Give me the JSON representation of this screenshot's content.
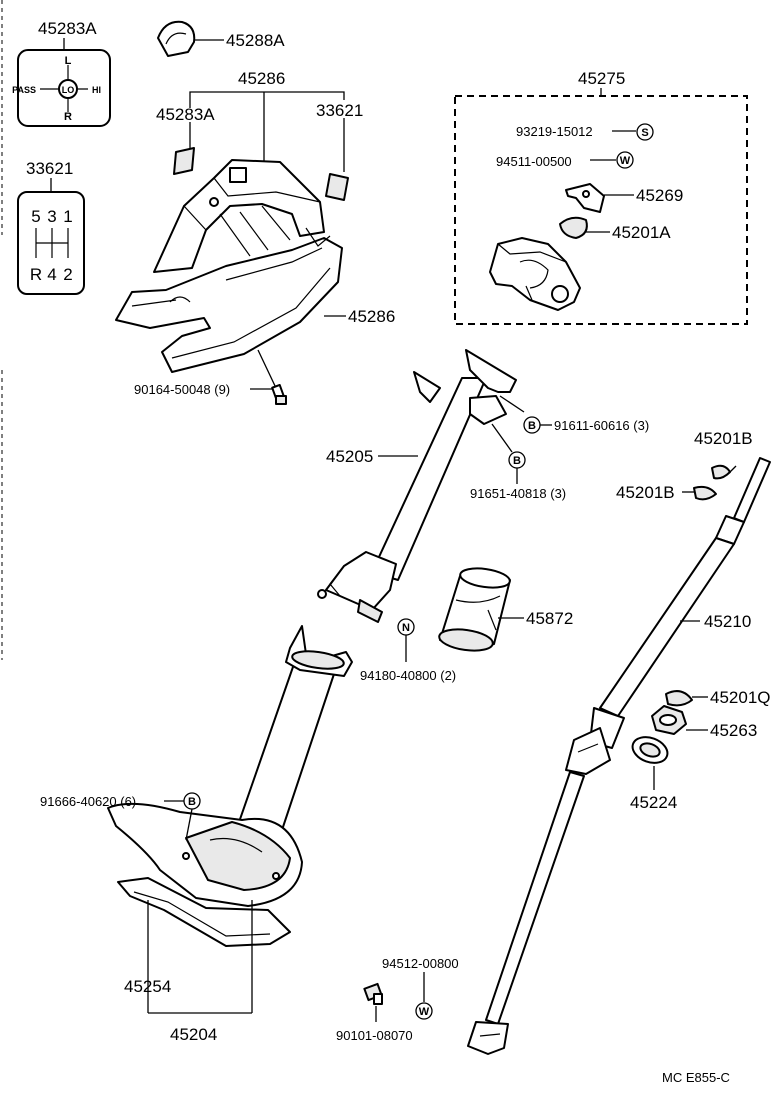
{
  "labels": {
    "p45283A_top": "45283A",
    "p45288A": "45288A",
    "p45286_top": "45286",
    "p45283A_mid": "45283A",
    "p33621_right": "33621",
    "p33621_left": "33621",
    "p45275": "45275",
    "p93219": "93219-15012",
    "p94511": "94511-00500",
    "p45269": "45269",
    "p45201A": "45201A",
    "p45286_low": "45286",
    "p90164": "90164-50048 (9)",
    "p91611": "91611-60616 (3)",
    "p45205": "45205",
    "p91651": "91651-40818 (3)",
    "p45201B_a": "45201B",
    "p45201B_b": "45201B",
    "p45872": "45872",
    "p94180": "94180-40800 (2)",
    "p45210": "45210",
    "p45201Q": "45201Q",
    "p45263": "45263",
    "p91666": "91666-40620 (6)",
    "p45224": "45224",
    "p94512": "94512-00800",
    "p45254": "45254",
    "p45204": "45204",
    "p90101": "90101-08070",
    "footer": "MC  E855-C"
  },
  "symbols": {
    "S": "S",
    "W": "W",
    "B": "B",
    "N": "N"
  },
  "badge_switch": {
    "top": "L",
    "left": "PASS",
    "center": "LO",
    "right": "HI",
    "bottom": "R"
  },
  "badge_shift": {
    "row1": [
      "5",
      "3",
      "1"
    ],
    "row2": [
      "R",
      "4",
      "2"
    ]
  }
}
